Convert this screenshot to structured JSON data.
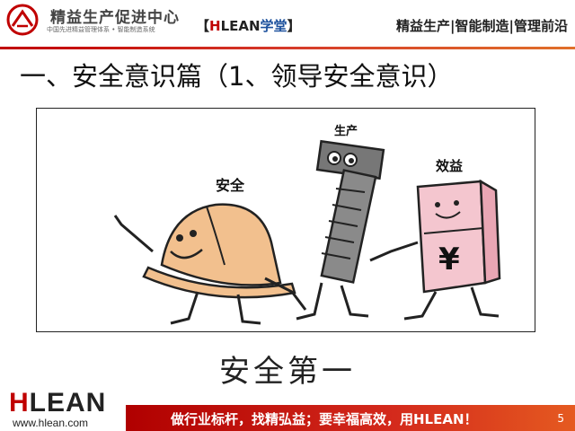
{
  "header": {
    "org_name": "精益生产促进中心",
    "org_sub": "中国先进精益管理体系 • 智能制造系统",
    "brand_open": "【",
    "brand_h": "H",
    "brand_lean": "LEAN",
    "brand_xt": "学堂",
    "brand_close": "】",
    "tagline": "精益生产|智能制造|管理前沿"
  },
  "slide": {
    "title": "一、安全意识篇（1、领导安全意识）",
    "caption": "安全第一"
  },
  "cartoon": {
    "labels": {
      "safety": "安全",
      "production": "生产",
      "benefit": "效益"
    },
    "yen_symbol": "¥"
  },
  "footer": {
    "logo_h": "H",
    "logo_lean": "LEAN",
    "url": "www.hlean.com",
    "slogan": "做行业标杆，找精弘益；要幸福高效，用HLEAN！",
    "page_number": "5"
  }
}
